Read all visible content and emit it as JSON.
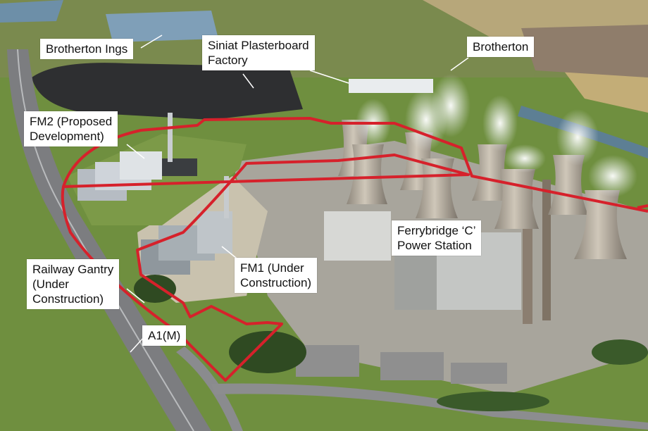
{
  "labels": {
    "brotherton_ings": "Brotherton Ings",
    "siniat": "Siniat Plasterboard\nFactory",
    "brotherton": "Brotherton",
    "fm2": "FM2 (Proposed\nDevelopment)",
    "ferrybridge": "Ferrybridge ‘C’\nPower Station",
    "railway_gantry": "Railway Gantry\n(Under\nConstruction)",
    "fm1": "FM1 (Under\nConstruction)",
    "a1m": "A1(M)"
  },
  "colors": {
    "site_boundary": "#d6212b",
    "grass": "#6f8f3f",
    "field": "#b7a77a",
    "coal_stock": "#2e2f31",
    "tower": "#b9b1a4",
    "road": "#7c7d80"
  }
}
